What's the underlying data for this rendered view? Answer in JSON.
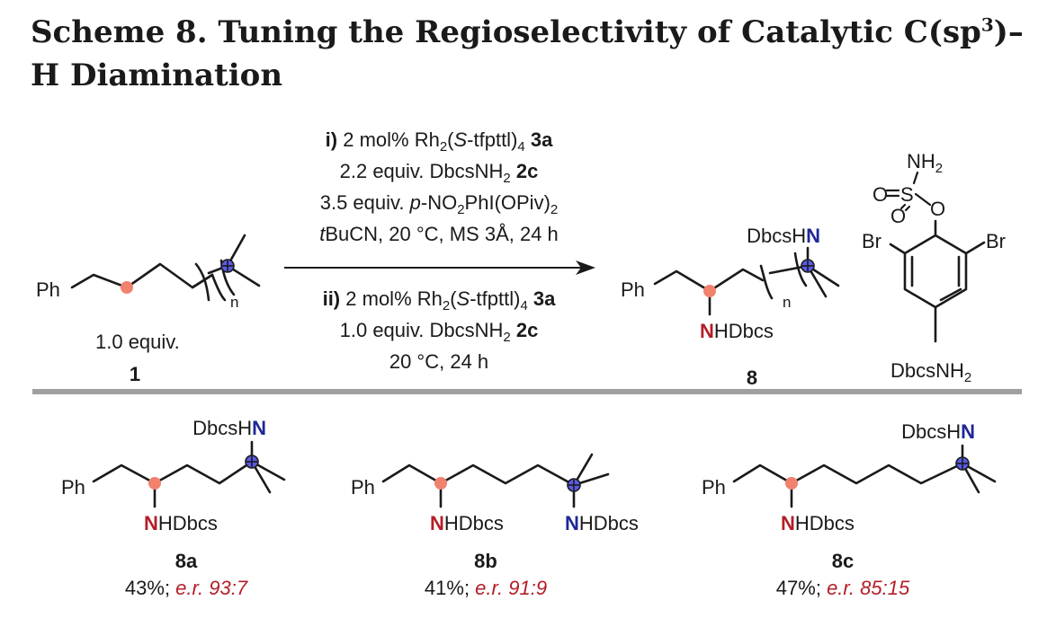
{
  "title": {
    "part1": "Scheme 8. Tuning the Regioselectivity of Catalytic C(sp",
    "sup": "3",
    "part2": ")–H Diamination"
  },
  "colors": {
    "red_n": "#b41e28",
    "blue_n": "#1e2896",
    "red_dot": "#f0826e",
    "blue_dot": "#5a5ae6",
    "divider": "#a0a0a0",
    "er": "#b41e28"
  },
  "reaction": {
    "step1": {
      "label": "i)",
      "line1": {
        "a": "2 mol% Rh",
        "s1": "2",
        "b": "(",
        "it": "S",
        "c": "-tfpttl)",
        "s2": "4",
        "d": " ",
        "bold": "3a"
      },
      "line2": {
        "a": "2.2 equiv. DbcsNH",
        "s1": "2",
        "d": " ",
        "bold": "2c"
      },
      "line3": {
        "it": "p",
        "a": "-NO",
        "s1": "2",
        "b": "PhI(OPiv)",
        "s2": "2",
        "pre": "3.5 equiv. "
      },
      "line4": {
        "it": "t",
        "a": "BuCN, 20 °C, MS 3Å, 24 h"
      }
    },
    "step2": {
      "label": "ii)",
      "line1": {
        "a": "2 mol% Rh",
        "s1": "2",
        "b": "(",
        "it": "S",
        "c": "-tfpttl)",
        "s2": "4",
        "d": " ",
        "bold": "3a"
      },
      "line2": {
        "a": "1.0 equiv. DbcsNH",
        "s1": "2",
        "d": " ",
        "bold": "2c"
      },
      "line3": "20 °C, 24 h"
    }
  },
  "substrate": {
    "ph": "Ph",
    "n": "n",
    "equiv": "1.0 equiv.",
    "label": "1"
  },
  "product": {
    "ph": "Ph",
    "n": "n",
    "dbcsh": "DbcsH",
    "N": "N",
    "nh_n": "N",
    "nh_rest": "HDbcs",
    "label": "8"
  },
  "reagent": {
    "nh": "NH",
    "nh_sub": "2",
    "s": "S",
    "o1": "O",
    "o2": "O",
    "o3": "O",
    "br1": "Br",
    "br2": "Br",
    "bottom": "DbcsNH",
    "bottom_sub": "2"
  },
  "examples": [
    {
      "label": "8a",
      "yield": "43%; ",
      "er": "e.r. 93:7",
      "ph": "Ph",
      "top_a": "DbcsH",
      "top_n": "N",
      "bot_n": "N",
      "bot_rest": "HDbcs"
    },
    {
      "label": "8b",
      "yield": "41%; ",
      "er": "e.r. 91:9",
      "ph": "Ph",
      "bot_n": "N",
      "bot_rest": "HDbcs",
      "bot2_n": "N",
      "bot2_rest": "HDbcs"
    },
    {
      "label": "8c",
      "yield": "47%; ",
      "er": "e.r. 85:15",
      "ph": "Ph",
      "top_a": "DbcsH",
      "top_n": "N",
      "bot_n": "N",
      "bot_rest": "HDbcs"
    }
  ]
}
